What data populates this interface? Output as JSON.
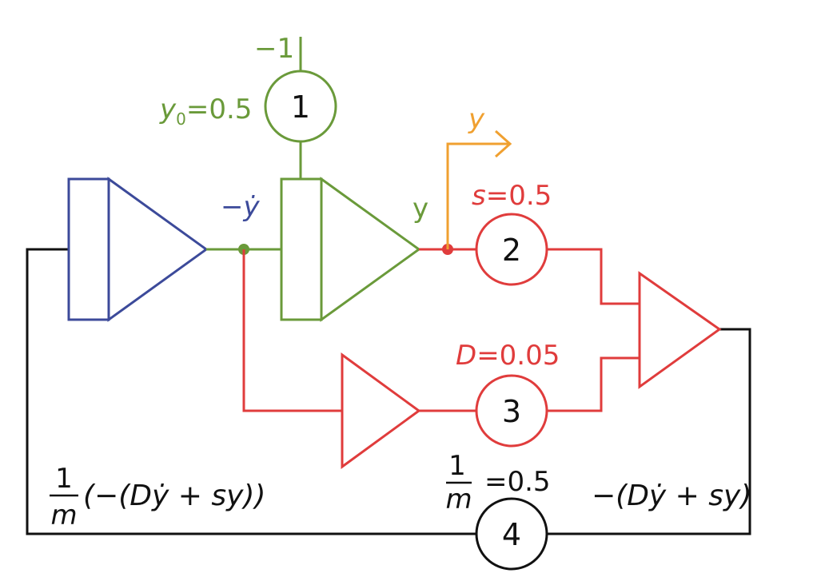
{
  "colors": {
    "green": "#6a9a3a",
    "red": "#e03c3c",
    "blue": "#3c4a9a",
    "orange": "#f0a030",
    "black": "#111111"
  },
  "labels": {
    "neg_one": "−1",
    "y0_sym": "y",
    "y0_sub": "0",
    "y0_val": "=0.5",
    "out_y": "y",
    "neg_ydot": "−ẏ",
    "y_after_int": "y",
    "s_sym": "s",
    "s_val": "=0.5",
    "D_sym": "D",
    "D_val": "=0.05",
    "inv_m_num": "1",
    "inv_m_den": "m",
    "inv_m_val": "=0.5",
    "left_frac_num": "1",
    "left_frac_den": "m",
    "left_expr": "(−(Dẏ + sy))",
    "right_expr": "−(Dẏ + sy)"
  },
  "potentiometers": [
    {
      "id": "1",
      "label": "1"
    },
    {
      "id": "2",
      "label": "2"
    },
    {
      "id": "3",
      "label": "3"
    },
    {
      "id": "4",
      "label": "4"
    }
  ],
  "icons": {
    "output_arrow": "arrow-right-icon"
  }
}
